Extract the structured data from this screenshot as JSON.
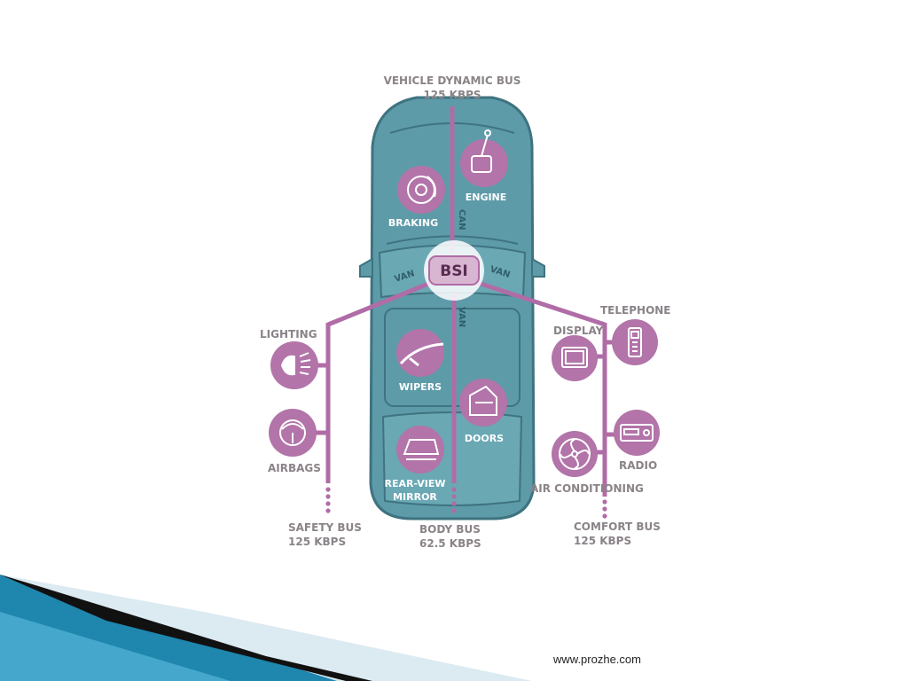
{
  "colors": {
    "car_body": "#5e9ba8",
    "car_outline": "#3f7380",
    "bus_line": "#b06ca6",
    "icon_bg": "#b274a9",
    "label_grey": "#8a8388",
    "accent_blue": "#1d7fa6"
  },
  "buses": {
    "vehicle_dynamic": {
      "name": "VEHICLE DYNAMIC BUS",
      "speed": "125 KBPS"
    },
    "safety": {
      "name": "SAFETY BUS",
      "speed": "125 KBPS"
    },
    "body": {
      "name": "BODY BUS",
      "speed": "62.5 KBPS"
    },
    "comfort": {
      "name": "COMFORT BUS",
      "speed": "125 KBPS"
    }
  },
  "network_labels": {
    "can": "CAN",
    "van_left": "VAN",
    "van_right": "VAN",
    "van_lower": "VAN",
    "bsi": "BSI"
  },
  "nodes": {
    "engine": "ENGINE",
    "braking": "BRAKING",
    "lighting": "LIGHTING",
    "airbags": "AIRBAGS",
    "wipers": "WIPERS",
    "doors": "DOORS",
    "rear_view_mirror_line1": "REAR-VIEW",
    "rear_view_mirror_line2": "MIRROR",
    "telephone": "TELEPHONE",
    "display": "DISPLAY",
    "radio": "RADIO",
    "air_conditioning": "AIR CONDITIONING"
  },
  "icons": {
    "engine": "gear-lever-icon",
    "braking": "brake-disc-icon",
    "lighting": "headlight-icon",
    "airbags": "airbag-icon",
    "wipers": "wiper-icon",
    "doors": "door-icon",
    "rear_view_mirror": "mirror-icon",
    "telephone": "mobile-phone-icon",
    "display": "display-screen-icon",
    "radio": "radio-icon",
    "air_conditioning": "fan-icon"
  },
  "footer": {
    "url": "www.prozhe.com"
  }
}
